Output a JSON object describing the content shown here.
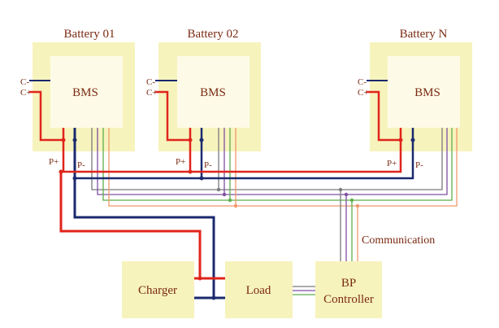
{
  "batteries": [
    {
      "name": "Battery 01",
      "bms": "BMS",
      "cminus": "C-",
      "cplus": "C+",
      "pplus": "P+",
      "pminus": "P-"
    },
    {
      "name": "Battery 02",
      "bms": "BMS",
      "cminus": "C-",
      "cplus": "C+",
      "pplus": "P+",
      "pminus": "P-"
    },
    {
      "name": "Battery N",
      "bms": "BMS",
      "cminus": "C-",
      "cplus": "C+",
      "pplus": "P+",
      "pminus": "P-"
    }
  ],
  "boxes": {
    "charger": "Charger",
    "load": "Load",
    "controller_line1": "BP",
    "controller_line2": "Controller"
  },
  "communication_label": "Communication",
  "colors": {
    "battery_fill": "#f7f3bd",
    "bms_fill": "#fdfbe7",
    "positive_wire": "#e0241b",
    "negative_wire": "#1b2a6e",
    "comm_wires": [
      "#7a7a7a",
      "#7d4fa0",
      "#5fae4a",
      "#f0986a"
    ],
    "label_text": "#7a2a12"
  }
}
